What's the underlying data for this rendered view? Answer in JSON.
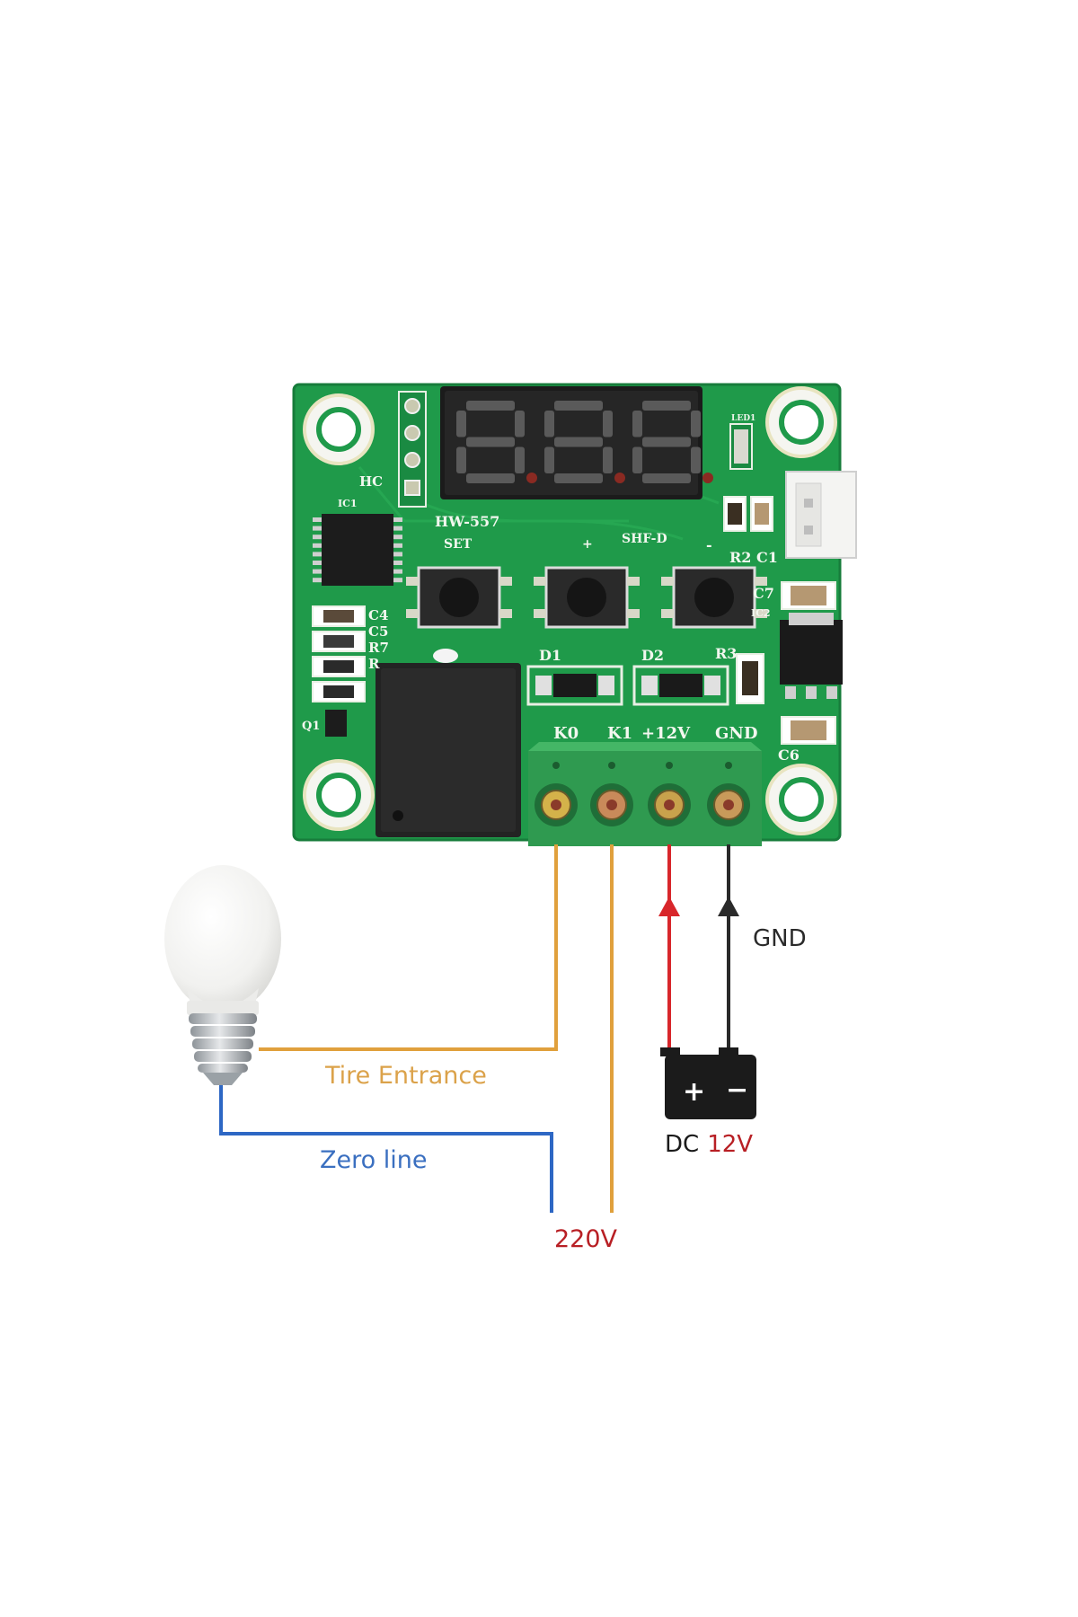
{
  "board": {
    "model": "HW-557",
    "display_digits": "888",
    "silkscreen": {
      "hc": "HC",
      "ic1": "IC1",
      "set": "SET",
      "plus": "+",
      "minus": "-",
      "shf": "SHF-D",
      "led": "LED1",
      "r2c1": "R2 C1",
      "c7": "C7",
      "ic2": "IC2",
      "c4": "C4",
      "c5": "C5",
      "r7": "R7",
      "r": "R",
      "q1": "Q1",
      "d1": "D1",
      "d2": "D2",
      "r3": "R3",
      "c6": "C6"
    },
    "terminals": [
      "K0",
      "K1",
      "+12V",
      "GND"
    ]
  },
  "wiring": {
    "fire_label": "Tire Entrance",
    "zero_label": "Zero line",
    "mains_label": "220V",
    "gnd_label": "GND",
    "dc_label_prefix": "DC",
    "dc_label_value": "12V",
    "battery_plus": "+",
    "battery_minus": "−"
  },
  "colors": {
    "pcb": "#1f9a4a",
    "pcb_dark": "#147a38",
    "terminal_block": "#3aa35a",
    "fire_wire": "#e0a03c",
    "zero_wire": "#2d67c4",
    "positive_wire": "#d8262b",
    "ground_wire": "#2a2a2a",
    "label_red": "#b81f24",
    "label_blue": "#3a6fc0",
    "label_orange": "#dba24a"
  }
}
